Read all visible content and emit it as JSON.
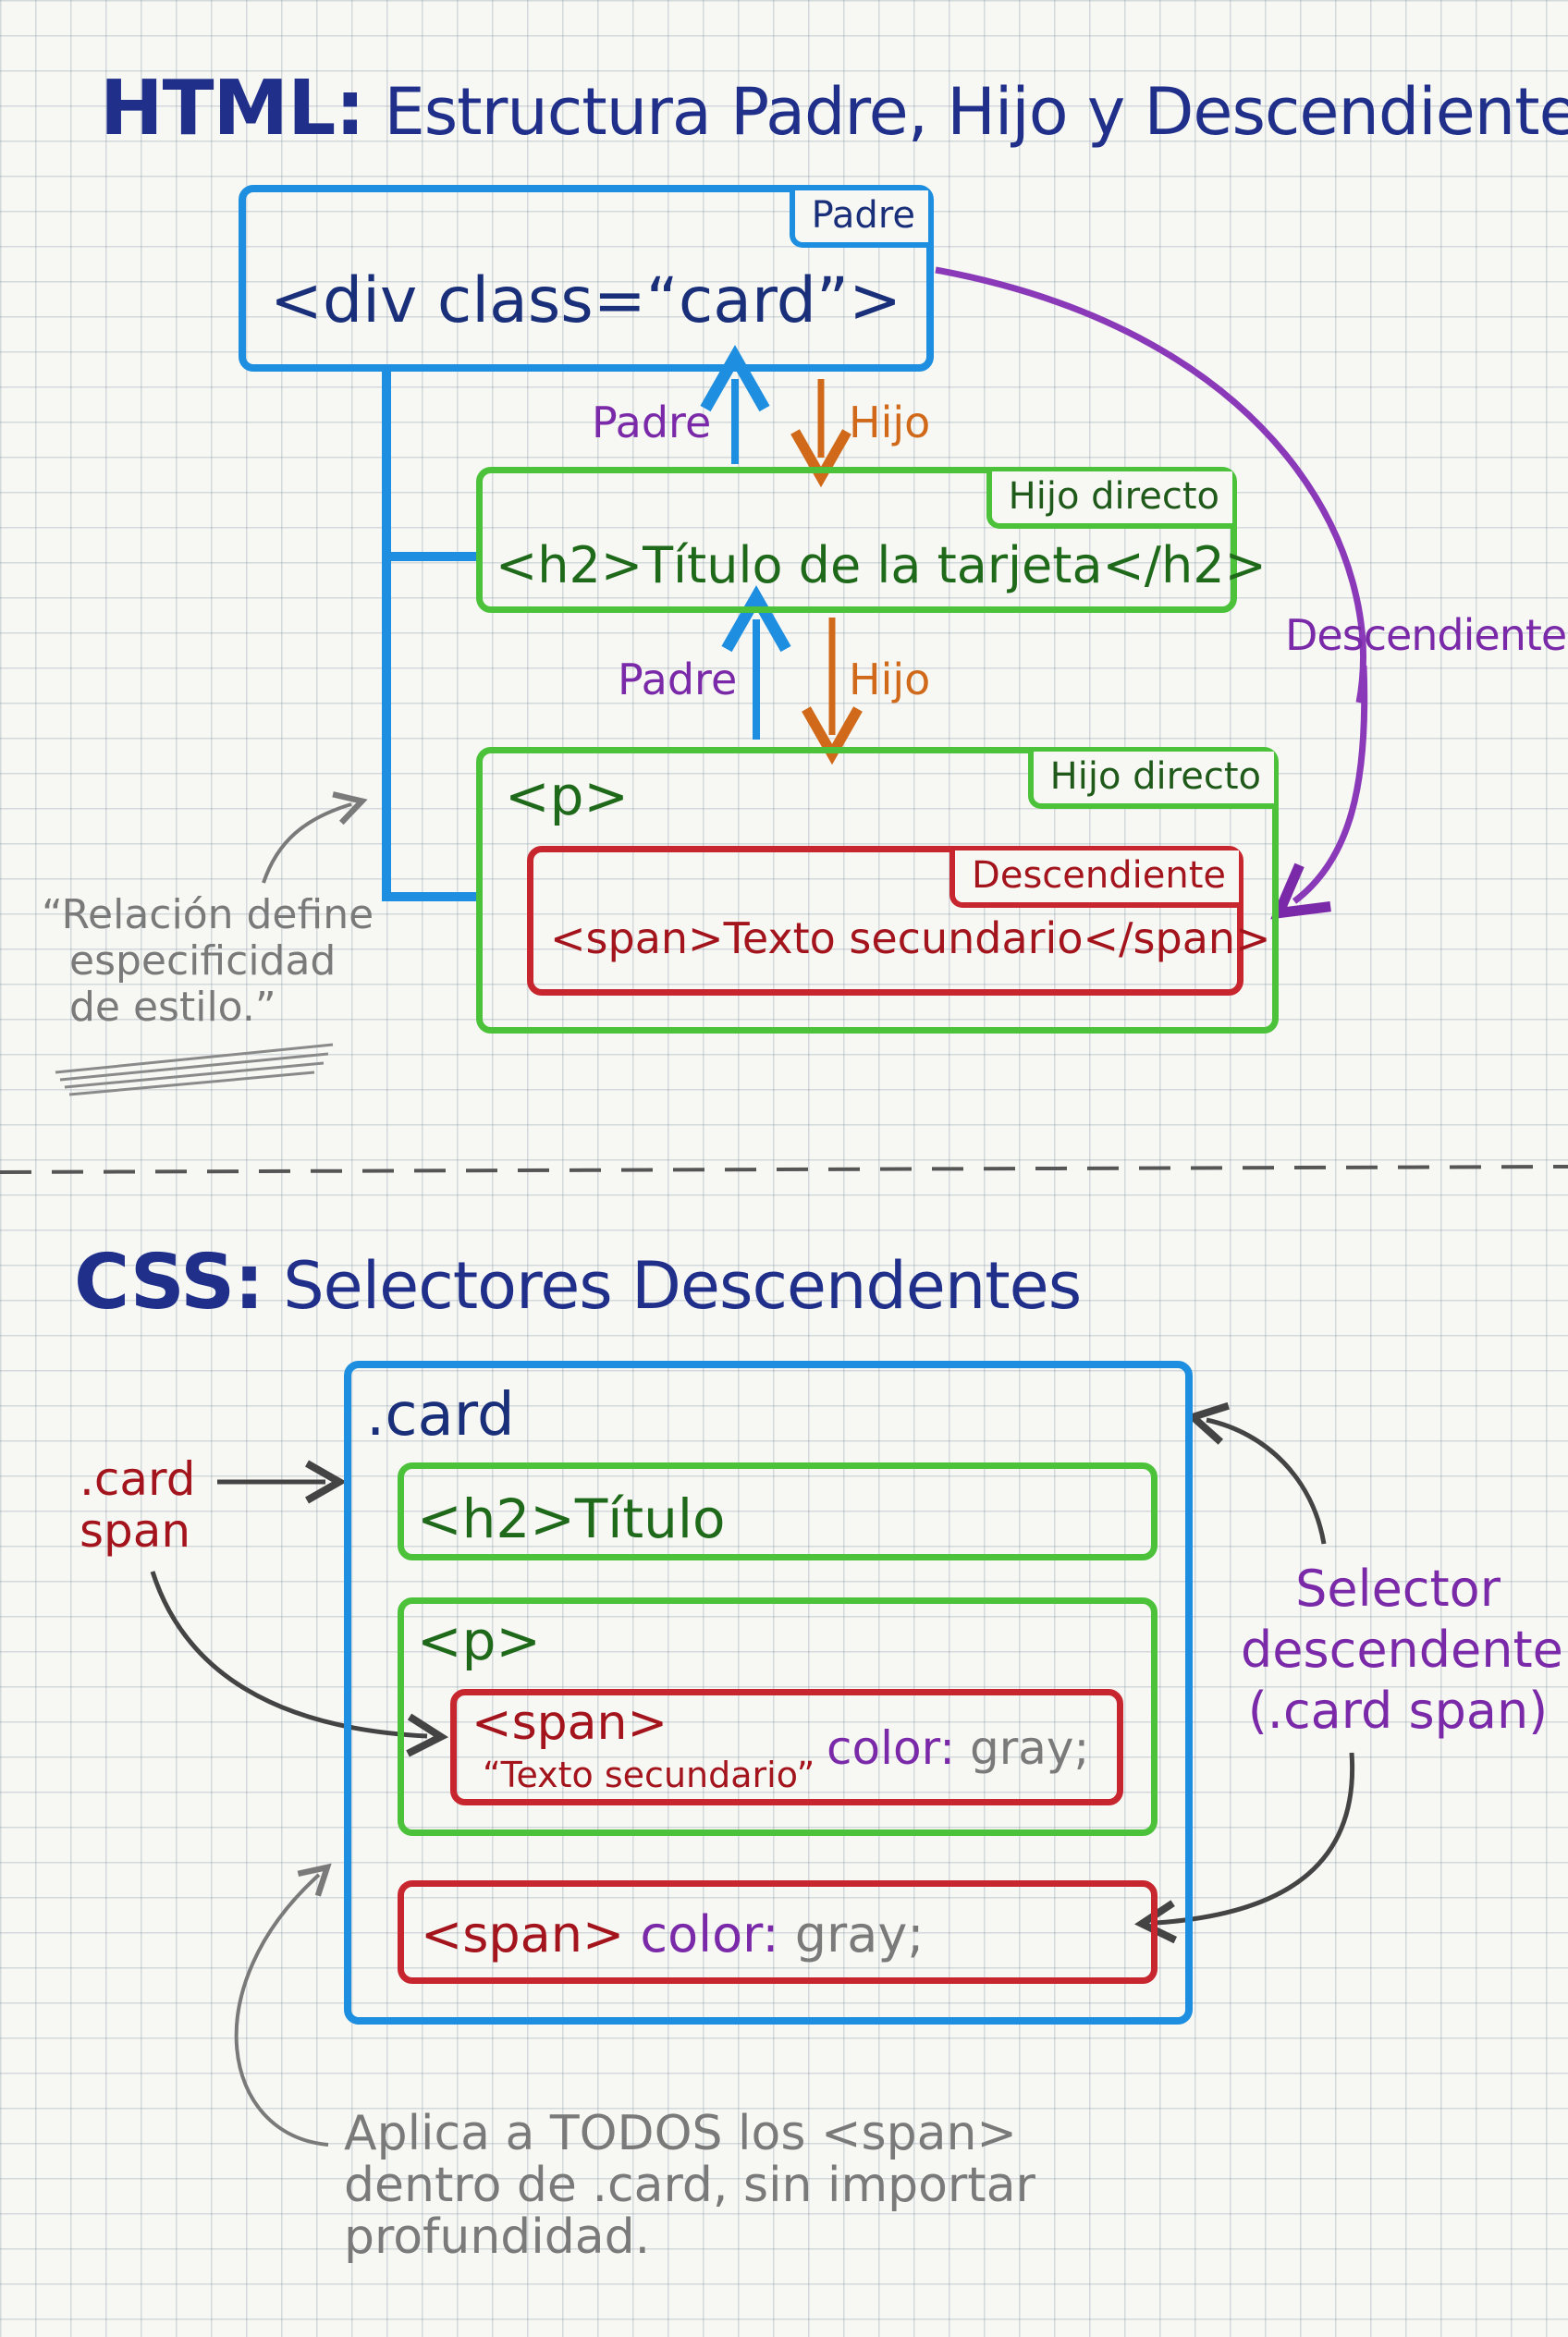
{
  "html_section": {
    "title_prefix": "HTML:",
    "title_rest": "Estructura Padre, Hijo y Descendiente",
    "card_tag": "Padre",
    "card_code": "<div class=“card”>",
    "rel1_up": "Padre",
    "rel1_down": "Hijo",
    "h2_tag": "Hijo directo",
    "h2_code": "<h2>Título de la tarjeta</h2>",
    "rel2_up": "Padre",
    "rel2_down": "Hijo",
    "p_code": "<p>",
    "p_tag": "Hijo directo",
    "span_tag": "Descendiente",
    "span_code": "<span>Texto secundario</span>",
    "descendant_label": "Descendiente",
    "note_line1": "“Relación define",
    "note_line2": "especificidad",
    "note_line3": "de estilo.”"
  },
  "css_section": {
    "title_prefix": "CSS:",
    "title_rest": "Selectores Descendentes",
    "card_label": ".card",
    "h2_code": "<h2>Título",
    "p_code": "<p>",
    "span_code": "<span>",
    "span_text": "“Texto secundario”",
    "color_prop": "color:",
    "color_val": "gray;",
    "span2_code": "<span>",
    "color_prop2": "color:",
    "color_val2": "gray;",
    "left_label_line1": ".card",
    "left_label_line2": "span",
    "selector_line1": "Selector",
    "selector_line2": "descendente",
    "selector_line3": "(.card span)",
    "bottom_note_line1": "Aplica a TODOS los <span>",
    "bottom_note_line2": "dentro de .card, sin importar",
    "bottom_note_line3": "profundidad."
  },
  "colors": {
    "title": "#1f2f8a",
    "blue": "#1e8fe0",
    "green": "#4cc23a",
    "red": "#c8262e",
    "purple": "#7a2aa8",
    "orange": "#d06a1a",
    "note_grey": "#7a7a7a"
  }
}
